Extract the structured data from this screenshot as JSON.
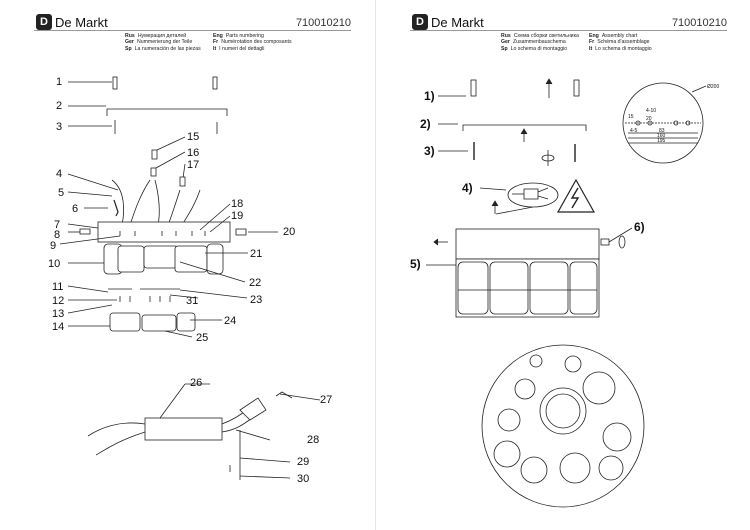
{
  "brand": {
    "mark": "D",
    "name": "De Markt"
  },
  "doc_number": "710010210",
  "left_header": [
    {
      "lang": "Rus",
      "text": "Нумерация деталей"
    },
    {
      "lang": "Eng",
      "text": "Parts numbering"
    },
    {
      "lang": "Ger",
      "text": "Nummerierung der Teile"
    },
    {
      "lang": "Fr",
      "text": "Numérotation des composants"
    },
    {
      "lang": "Sp",
      "text": "La numeración de las piezas"
    },
    {
      "lang": "It",
      "text": "I numeri del dettagli"
    }
  ],
  "right_header": [
    {
      "lang": "Rus",
      "text": "Схема сборки светильника"
    },
    {
      "lang": "Eng",
      "text": "Assembly chart"
    },
    {
      "lang": "Ger",
      "text": "Zusammenbauschema"
    },
    {
      "lang": "Fr",
      "text": "Schéma d'assemblage"
    },
    {
      "lang": "Sp",
      "text": "Lo schema di montaggio"
    },
    {
      "lang": "It",
      "text": "Lo schema di montaggio"
    }
  ],
  "part_numbers": [
    "1",
    "2",
    "3",
    "4",
    "5",
    "6",
    "7",
    "8",
    "9",
    "10",
    "11",
    "12",
    "13",
    "14",
    "15",
    "16",
    "17",
    "18",
    "19",
    "20",
    "21",
    "22",
    "23",
    "24",
    "25",
    "26",
    "27",
    "28",
    "29",
    "30",
    "31"
  ],
  "steps": [
    "1)",
    "2)",
    "3)",
    "4)",
    "5)",
    "6)"
  ],
  "dimensions": {
    "diameter": "Ø200",
    "d_10": "4-10",
    "d_15": "15",
    "d_20": "20",
    "d_5": "4-5",
    "d_83": "83",
    "d_160": "160",
    "d_195": "195"
  }
}
